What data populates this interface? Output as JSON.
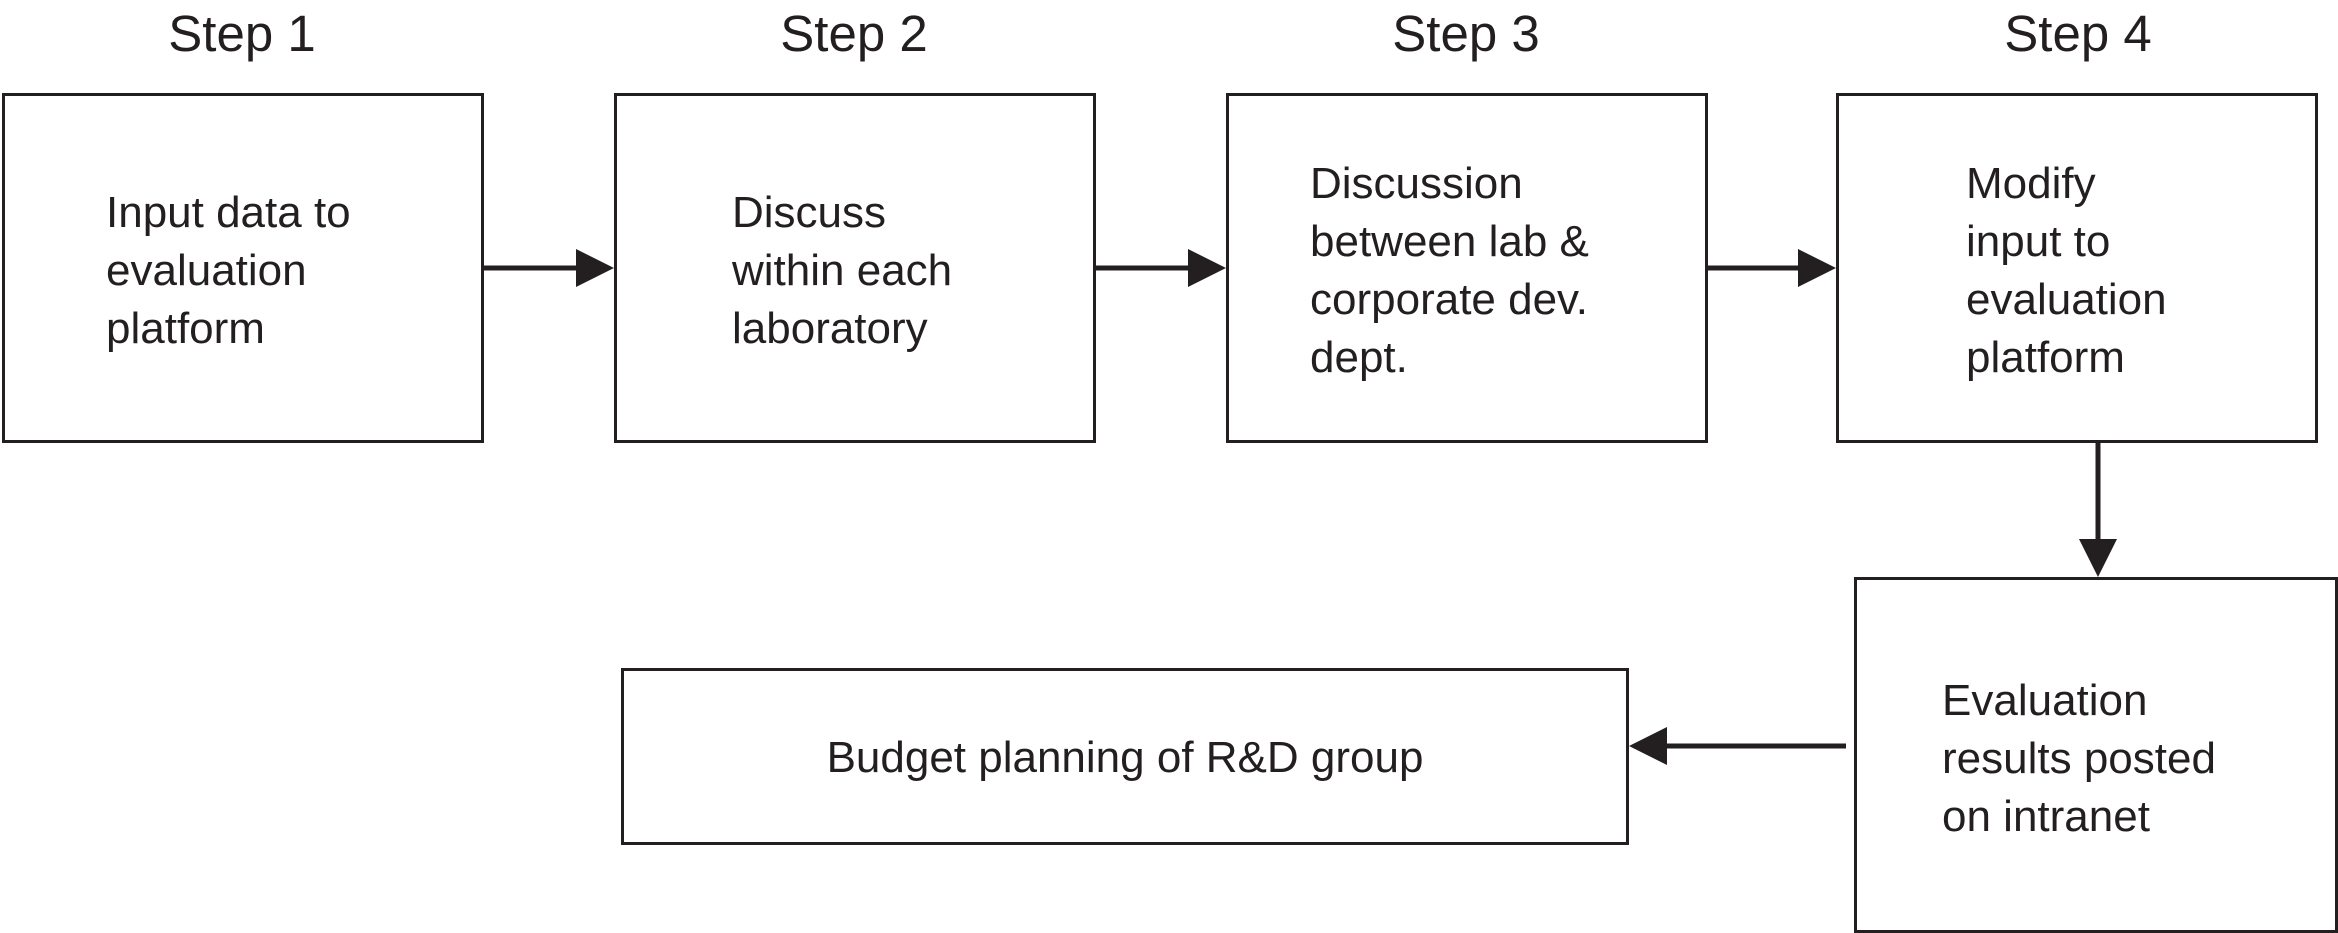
{
  "steps": [
    {
      "heading": "Step 1",
      "text": "Input data to\nevaluation\nplatform"
    },
    {
      "heading": "Step 2",
      "text": "Discuss\nwithin each\nlaboratory"
    },
    {
      "heading": "Step 3",
      "text": "Discussion\nbetween lab &\ncorporate dev.\ndept."
    },
    {
      "heading": "Step 4",
      "text": "Modify\ninput to\nevaluation\nplatform"
    }
  ],
  "evaluation_box": {
    "text": "Evaluation\nresults posted\non intranet"
  },
  "budget_box": {
    "text": "Budget planning of R&D group"
  },
  "colors": {
    "stroke": "#231f20",
    "background": "#ffffff"
  }
}
